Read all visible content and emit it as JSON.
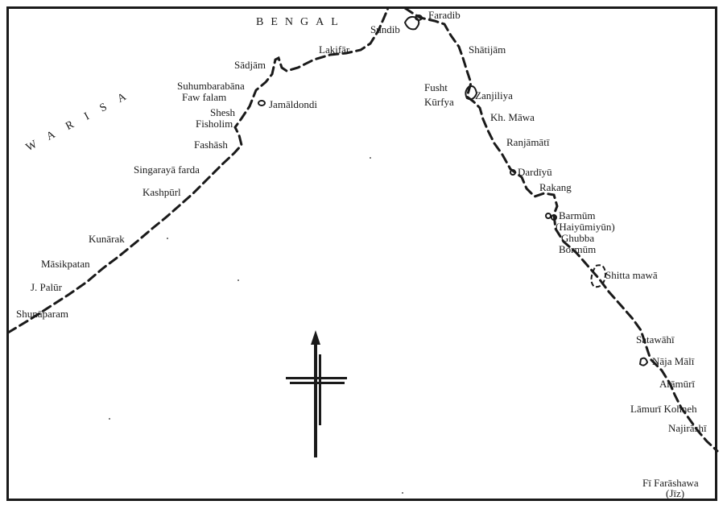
{
  "regions": {
    "bengal": "BENGAL",
    "warisa": "WARISA"
  },
  "places": {
    "faradib": "Faradib",
    "sundib": "Sundib",
    "lakifar": "Lakifār",
    "sadjam": "Sādjām",
    "suhumbarabana": "Suhumbarabāna",
    "faw_falam": "Faw falam",
    "jamaldondi": "Jamāldondi",
    "shesh": "Shesh",
    "fisholim": "Fisholim",
    "fashash": "Fashāsh",
    "singaraya_farda": "Singarayā farda",
    "kashpurl": "Kashpūrl",
    "kunarak": "Kunārak",
    "masikpatan": "Māsikpatan",
    "j_palur": "J. Palūr",
    "shunaparam": "Shunāparam",
    "shatijam": "Shātijām",
    "fusht": "Fusht",
    "kurfya": "Kūrfya",
    "zanjiliya": "Zanjiliya",
    "kh_mawa": "Kh. Māwa",
    "ranjamati": "Ranjāmātī",
    "dardiyu": "Dardīyū",
    "rakang": "Rakang",
    "barmum": "Barmūm",
    "haiyumiyun": "(Haiyūmiyūn)",
    "ghubba": "Ghubba",
    "bormum": "Bormūm",
    "shitta_mawa": "Shitta mawā",
    "satawahi": "Satawāhī",
    "naja_mali": "Nāja Mālī",
    "aramuri": "Arāmūrī",
    "lamuri_kohneh": "Lāmurī Kohneh",
    "najirashi": "Najirāshī",
    "fi_farashawa": "Fī Farāshawa",
    "jiz": "(Jīz)"
  }
}
